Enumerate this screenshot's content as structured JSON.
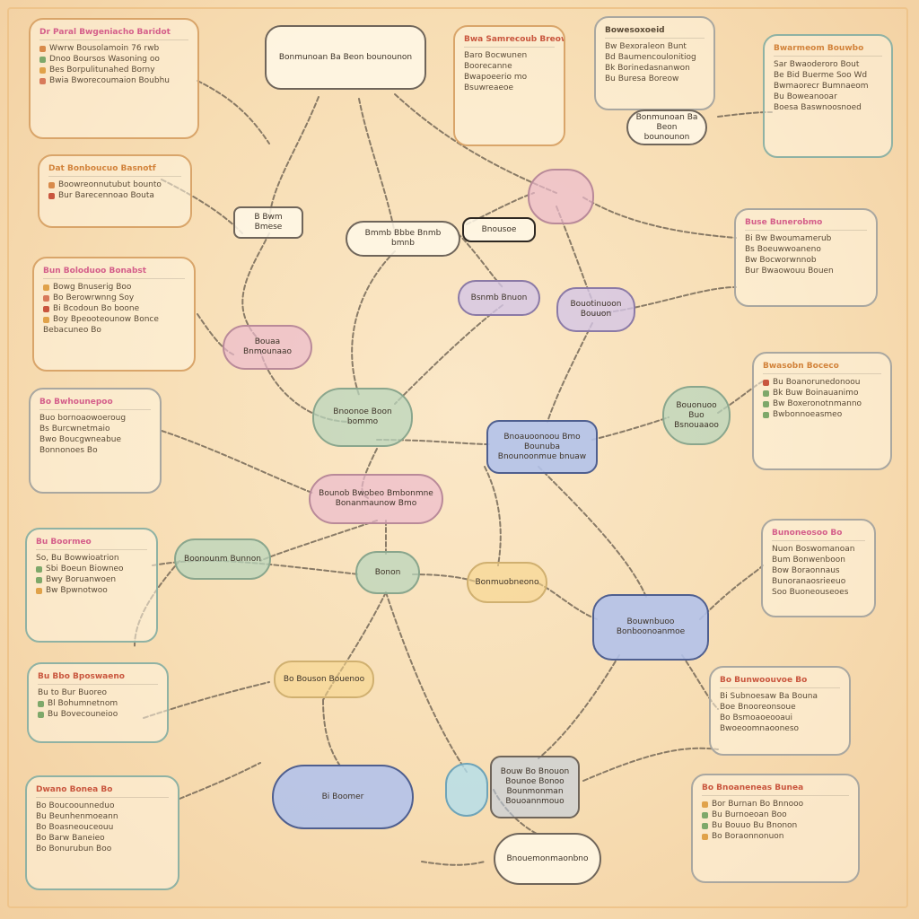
{
  "colors": {
    "background": "#f7ddb3",
    "link": "#6e6252",
    "pink_node": "#ecbacd",
    "green_node": "#bad6bc",
    "blue_node": "#b2c2ea",
    "lavender_node": "#d4c6e6"
  },
  "cards": {
    "top_left": {
      "title": "Dr Paral Bwgeniacho Baridot",
      "rows": [
        "Wwrw Bousolamoin 76 rwb",
        "Dnoo Boursos Wasoning oo",
        "Bes Borpulitunahed Borny",
        "Bwia Bworecoumaion Boubhu"
      ]
    },
    "top_center": {
      "title": "Bwa Samrecoub Breow",
      "rows": [
        "Baro Bocwunen",
        "Boorecanne",
        "Bwapoeerio mo",
        "Bsuwreaeoe"
      ]
    },
    "top_right_mid": {
      "title": "Bowesoxoeid",
      "rows": [
        "Bw Bexoraleon Bunt",
        "Bd Baumencoulonitiog",
        "Bk Borinedasnanwon",
        "Bu Buresa Boreow"
      ]
    },
    "top_right": {
      "title": "Bwarmeom Bouwbo",
      "rows": [
        "Sar Bwaoderoro Bout",
        "Be Bid Buerme Soo Wd",
        "Bwmaorecr Bumnaeom",
        "Bu Boweanooar",
        "Boesa Baswnoosnoed"
      ]
    },
    "left_2": {
      "title": "Dat Bonboucuo Basnotf",
      "rows": [
        "Boowreonnutubut bounto",
        "Bur Barecennoao Bouta"
      ]
    },
    "left_3": {
      "title": "Bun Boloduoo Bonabst",
      "rows": [
        "Bowg Bnuserig Boo",
        "Bo Berowrwnng Soy",
        "Bi Bcodoun Bo boone",
        "Boy Bpeooteounow Bonce",
        "Bebacuneo Bo"
      ]
    },
    "left_4": {
      "title": "Bo Bwhounepoo",
      "rows": [
        "Buo bornoaowoeroug",
        "Bs Burcwnetmaio",
        "Bwo Boucgwneabue",
        "Bonnonoes Bo"
      ]
    },
    "left_5": {
      "title": "Bu Boormeo",
      "rows": [
        "So, Bu Bowwioatrion",
        "Sbi Boeun Biowneo",
        "Bwy Boruanwoen",
        "Bw Bpwnotwoo"
      ]
    },
    "left_6": {
      "title": "Bu Bbo Bposwaeno",
      "rows": [
        "Bu to Bur Buoreo",
        "Bl Bohumnetnom",
        "Bu Bovecouneioo"
      ]
    },
    "left_7": {
      "title": "Dwano   Bonea Bo",
      "rows": [
        "Bo Boucoounneduo",
        "Bu Beunhenmoeann",
        "Bo Boasneouceouu",
        "Bo Barw Baneieo",
        "Bo Bonurubun Boo"
      ]
    },
    "right_2": {
      "title": "Buse Bunerobmo",
      "rows": [
        "Bi Bw Bwoumamerub",
        "Bs Boeuwwoaneno",
        "Bw Bocworwnnob",
        "Bur Bwaowouu Bouen"
      ]
    },
    "right_3": {
      "title": "Bwasobn Boceco",
      "rows": [
        "Bu Boanorunedonoou",
        "Bk Buw Boinauanimo",
        "Bw Boxeronotnmanno",
        "Bwbonnoeasmeo"
      ]
    },
    "right_4": {
      "title": "Bunoneosoo Bo",
      "rows": [
        "Nuon Boswomanoan",
        "Bum Bonwenboon",
        "Bow Boraonnaus",
        "Bunoranaosrieeuo",
        "Soo Buoneouseoes"
      ]
    },
    "right_5": {
      "title": "Bo Bunwoouvoe Bo",
      "rows": [
        "Bi Subnoesaw Ba Bouna",
        "Boe Bnooreonsoue",
        "Bo Bsmoaoeooaui",
        "Bwoeoomnaooneso"
      ]
    },
    "right_6": {
      "title": "Bo Bnoaneneas Bunea",
      "rows": [
        "Bor Burnan Bo Bnnooo",
        "Bu Burnoeoan Boo",
        "Bu Bouuo Bu Bnonon",
        "Bo Boraonnonuon"
      ]
    }
  },
  "nodes": {
    "n_top": "Bonmunoan Ba Beon bounounon",
    "n_left_top": "B Bwm Bmese",
    "n_center_top": "Bmmb Bbbe Bnmb bmnb",
    "n_dark": "Bnousoe",
    "n_pink_right": "",
    "n_pink_left": "Bouaa Bnmounaao",
    "n_lav_center": "Bsnmb Bnuon",
    "n_lav_right": "Bouotinuoon Bouuon",
    "n_green_left": "Bnoonoe Boon bommo",
    "n_blue_center": "Bnoauoonoou Bmo Bounuba Bnounoonmue bnuaw",
    "n_green_right": "Bouonuoo Buo Bsnouaaoo",
    "n_pink_center": "Bounob Bwobeo Bmbonmne Bonanmaunow Bmo",
    "n_green_mid": "Boonounm Bunnon",
    "n_green_lower": "Bonon",
    "n_yellow_lower": "Bonmuobneono",
    "n_blue_right": "Bouwnbuoo Bonboonoanmoe",
    "n_yellow_bottom": "Bo Bouson Bouenoo",
    "n_blue_bottom": "Bi Boomer",
    "n_aqua_bottom": "",
    "n_white_bottom": "Bouw Bo Bnouon Bounoe Bonoo Bounmonman Bouoannmouo",
    "n_white_bottom2": "Bnouemonmaonbno"
  }
}
